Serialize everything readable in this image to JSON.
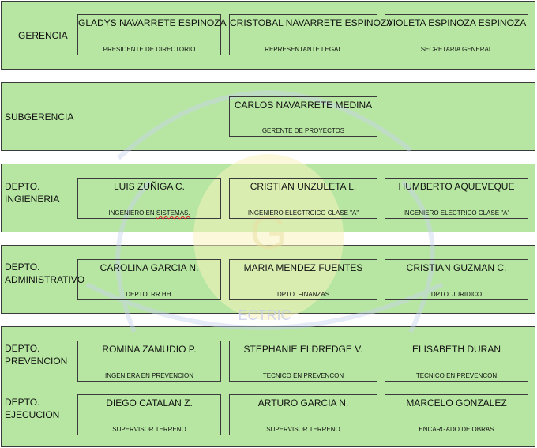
{
  "watermark": {
    "text": "ECTRIC"
  },
  "gerencia": {
    "label": "GERENCIA",
    "members": [
      {
        "name": "GLADYS NAVARRETE ESPINOZA",
        "role": "PRESIDENTE DE DIRECTORIO"
      },
      {
        "name": "CRISTOBAL NAVARRETE ESPINOZA",
        "role": "REPRESENTANTE LEGAL"
      },
      {
        "name": "VIOLETA ESPINOZA ESPINOZA",
        "role": "SECRETARIA GENERAL"
      }
    ]
  },
  "subgerencia": {
    "label": "SUBGERENCIA",
    "members": [
      {
        "name": "CARLOS NAVARRETE MEDINA",
        "role": "GERENTE DE PROYECTOS"
      }
    ]
  },
  "ingenieria": {
    "label_line1": "DEPTO.",
    "label_line2": "INGIENERIA",
    "members": [
      {
        "name": "LUIS ZUÑIGA C.",
        "role_prefix": "INGENIERO EN ",
        "role_error": "SISTEMAS."
      },
      {
        "name": "CRISTIAN UNZULETA L.",
        "role": "INGENIERO ELECTRCICO CLASE \"A\""
      },
      {
        "name": "HUMBERTO AQUEVEQUE",
        "role": "INGENIERO ELECTRICO CLASE \"A\""
      }
    ]
  },
  "administrativo": {
    "label_line1": "DEPTO.",
    "label_line2": "ADMINISTRATIVO",
    "members": [
      {
        "name": "CAROLINA GARCIA N.",
        "role": "DEPTO. RR.HH."
      },
      {
        "name": "MARIA MENDEZ FUENTES",
        "role": "DPTO. FINANZAS"
      },
      {
        "name": "CRISTIAN GUZMAN C.",
        "role": "DPTO. JURIDICO"
      }
    ]
  },
  "prevencion": {
    "label_line1": "DEPTO.",
    "label_line2": "PREVENCION",
    "members": [
      {
        "name": "ROMINA ZAMUDIO P.",
        "role": "INGENIERA EN PREVENCION"
      },
      {
        "name": "STEPHANIE ELDREDGE V.",
        "role": "TECNICO EN PREVENCON"
      },
      {
        "name": "ELISABETH DURAN",
        "role": "TECNICO EN PREVENCON"
      }
    ]
  },
  "ejecucion": {
    "label_line1": "DEPTO.",
    "label_line2": "EJECUCION",
    "members": [
      {
        "name": "DIEGO CATALAN Z.",
        "role": "SUPERVISOR TERRENO"
      },
      {
        "name": "ARTURO GARCIA N.",
        "role": "SUPERVISOR TERRENO"
      },
      {
        "name": "MARCELO GONZALEZ",
        "role": "ENCARGADO DE OBRAS"
      }
    ]
  },
  "colors": {
    "band": "#b6e6a1",
    "border": "#3a3a3a",
    "watermark_blue": "#c9d3f0",
    "watermark_yellow": "#f7f3c0"
  }
}
